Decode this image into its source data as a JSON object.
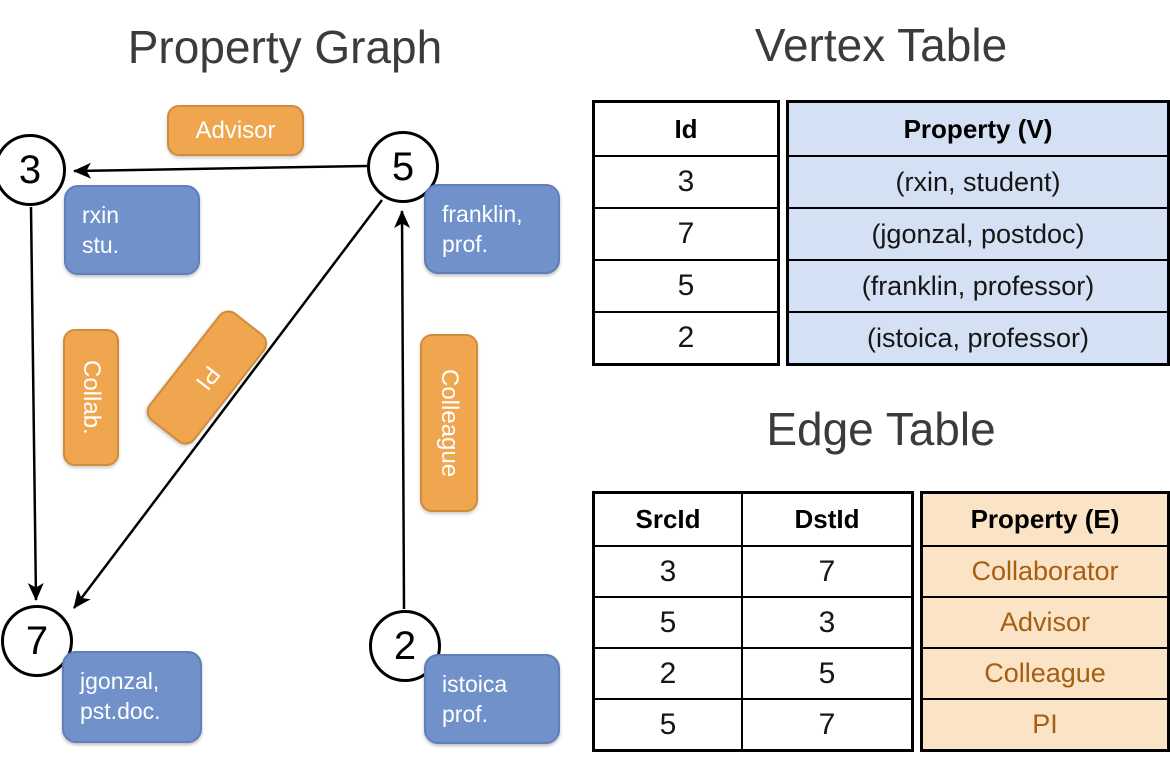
{
  "colors": {
    "title_text": "#3b3b3b",
    "vertex_box_blue": "#7191cb",
    "vertex_box_border": "#5f7fb8",
    "edge_box_orange": "#f0a64f",
    "edge_box_border": "#cf8c3a",
    "vertex_table_cell_bg": "#d4e0f3",
    "edge_table_cell_bg": "#fbe3c5",
    "edge_table_text": "#a55e12"
  },
  "property_graph": {
    "title": "Property Graph",
    "vertices": [
      {
        "id": "3",
        "property_lines": [
          "rxin",
          "stu."
        ]
      },
      {
        "id": "5",
        "property_lines": [
          "franklin,",
          "prof."
        ]
      },
      {
        "id": "7",
        "property_lines": [
          "jgonzal,",
          "pst.doc."
        ]
      },
      {
        "id": "2",
        "property_lines": [
          "istoica",
          "prof."
        ]
      }
    ],
    "edges": [
      {
        "label": "Advisor",
        "src": "5",
        "dst": "3"
      },
      {
        "label": "Collab.",
        "src": "3",
        "dst": "7"
      },
      {
        "label": "PI",
        "src": "5",
        "dst": "7"
      },
      {
        "label": "Colleague",
        "src": "2",
        "dst": "5"
      }
    ]
  },
  "vertex_table": {
    "title": "Vertex Table",
    "headers": [
      "Id",
      "Property (V)"
    ],
    "rows": [
      [
        "3",
        "(rxin, student)"
      ],
      [
        "7",
        "(jgonzal, postdoc)"
      ],
      [
        "5",
        "(franklin, professor)"
      ],
      [
        "2",
        "(istoica, professor)"
      ]
    ]
  },
  "edge_table": {
    "title": "Edge Table",
    "headers": [
      "SrcId",
      "DstId",
      "Property (E)"
    ],
    "rows": [
      [
        "3",
        "7",
        "Collaborator"
      ],
      [
        "5",
        "3",
        "Advisor"
      ],
      [
        "2",
        "5",
        "Colleague"
      ],
      [
        "5",
        "7",
        "PI"
      ]
    ]
  }
}
